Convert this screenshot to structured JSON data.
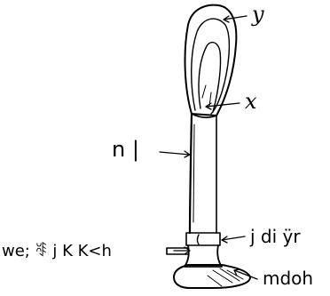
{
  "diagram": {
    "labels": {
      "y": "y",
      "x": "x",
      "n": "n |",
      "collar": "j di ÿr",
      "base_left": "we; ꑹ j K K<h",
      "base_right": "mdoh"
    }
  }
}
